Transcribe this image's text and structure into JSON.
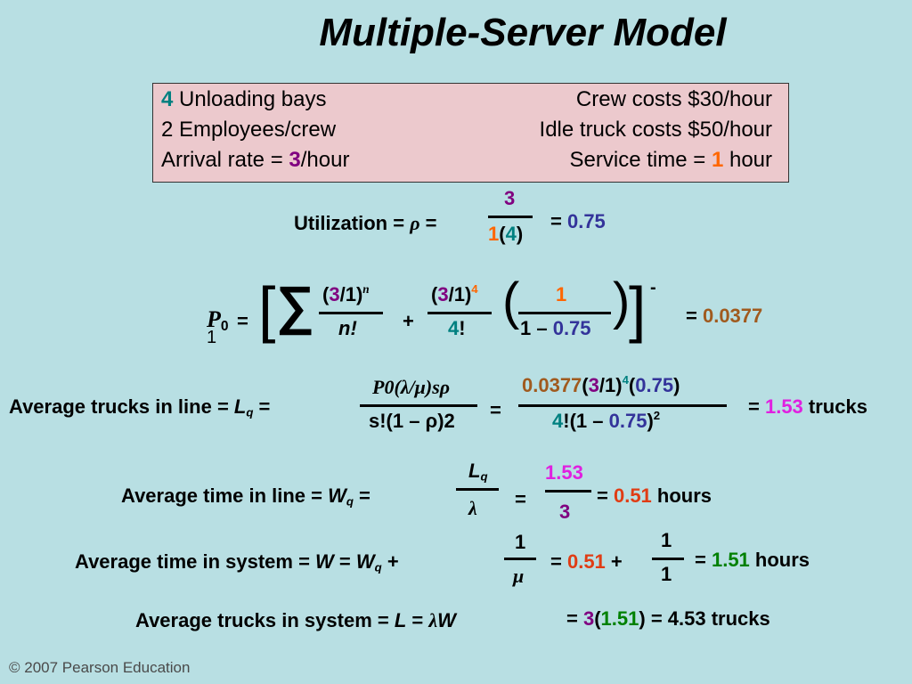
{
  "title": "Multiple-Server Model",
  "info": {
    "bays_value": "4",
    "bays_label": " Unloading bays",
    "employees": "2 Employees/crew",
    "arrival_prefix": "Arrival rate = ",
    "arrival_value": "3",
    "arrival_suffix": "/hour",
    "crew_cost": "Crew costs $30/hour",
    "idle_cost": "Idle truck costs $50/hour",
    "service_prefix": "Service time = ",
    "service_value": "1",
    "service_suffix": " hour"
  },
  "utilization": {
    "label": "Utilization = ",
    "rho": "ρ",
    "eq": " =",
    "numerator": "3",
    "denom_mu": "1",
    "denom_m": "4",
    "result_eq": "= ",
    "result": "0.75"
  },
  "p0": {
    "symbol": "P",
    "sub": "0",
    "stray": "1",
    "eq": "=",
    "sum": "∑",
    "term1_lambda": "3",
    "term1_mu": "1",
    "term1_exp": "n",
    "term1_den": "n!",
    "plus": "+",
    "term2_lambda": "3",
    "term2_mu": "1",
    "term2_exp": "4",
    "term2_den_m": "4",
    "term2_den_fact": "!",
    "frac3_num": "1",
    "frac3_den_prefix": "1 – ",
    "frac3_den_rho": "0.75",
    "neg_exp": "-",
    "result_eq": "= ",
    "result": "0.0377"
  },
  "lq": {
    "label": "Average trucks in line = ",
    "L": "L",
    "sub": "q",
    "eq": " =",
    "formula_num": "P0(λ/μ)sρ",
    "formula_den": "s!(1 – ρ)2",
    "eq2": "=",
    "num_p0": "0.0377",
    "num_lambda": "3",
    "num_mu": "1",
    "num_exp": "4",
    "num_rho": "0.75",
    "den_m": "4",
    "den_rho": "0.75",
    "result_eq": "= ",
    "result": "1.53",
    "unit": " trucks"
  },
  "wq": {
    "label": "Average time in line = ",
    "W": "W",
    "sub": "q",
    "eq": " =",
    "frac_num": "L",
    "frac_num_sub": "q",
    "frac_den": "λ",
    "eq2": "=",
    "num": "1.53",
    "den": "3",
    "result_eq": "= ",
    "result": "0.51",
    "unit": " hours"
  },
  "w": {
    "label": "Average time in system = ",
    "W": "W",
    "eq": " = ",
    "Wq": "W",
    "Wq_sub": "q",
    "plus": " +",
    "frac_num": "1",
    "frac_den": "μ",
    "eq2": "= ",
    "wq_val": "0.51",
    "plus2": " +",
    "num2": "1",
    "den2": "1",
    "result_eq": "= ",
    "result": "1.51",
    "unit": " hours"
  },
  "l": {
    "label": "Average trucks in system = ",
    "L": "L",
    "eq": " = ",
    "lambda": "λ",
    "W": "W",
    "eq2": "= ",
    "lambda_val": "3",
    "w_val": "1.51",
    "result": ") = 4.53 trucks"
  },
  "footer": "© 2007 Pearson Education"
}
